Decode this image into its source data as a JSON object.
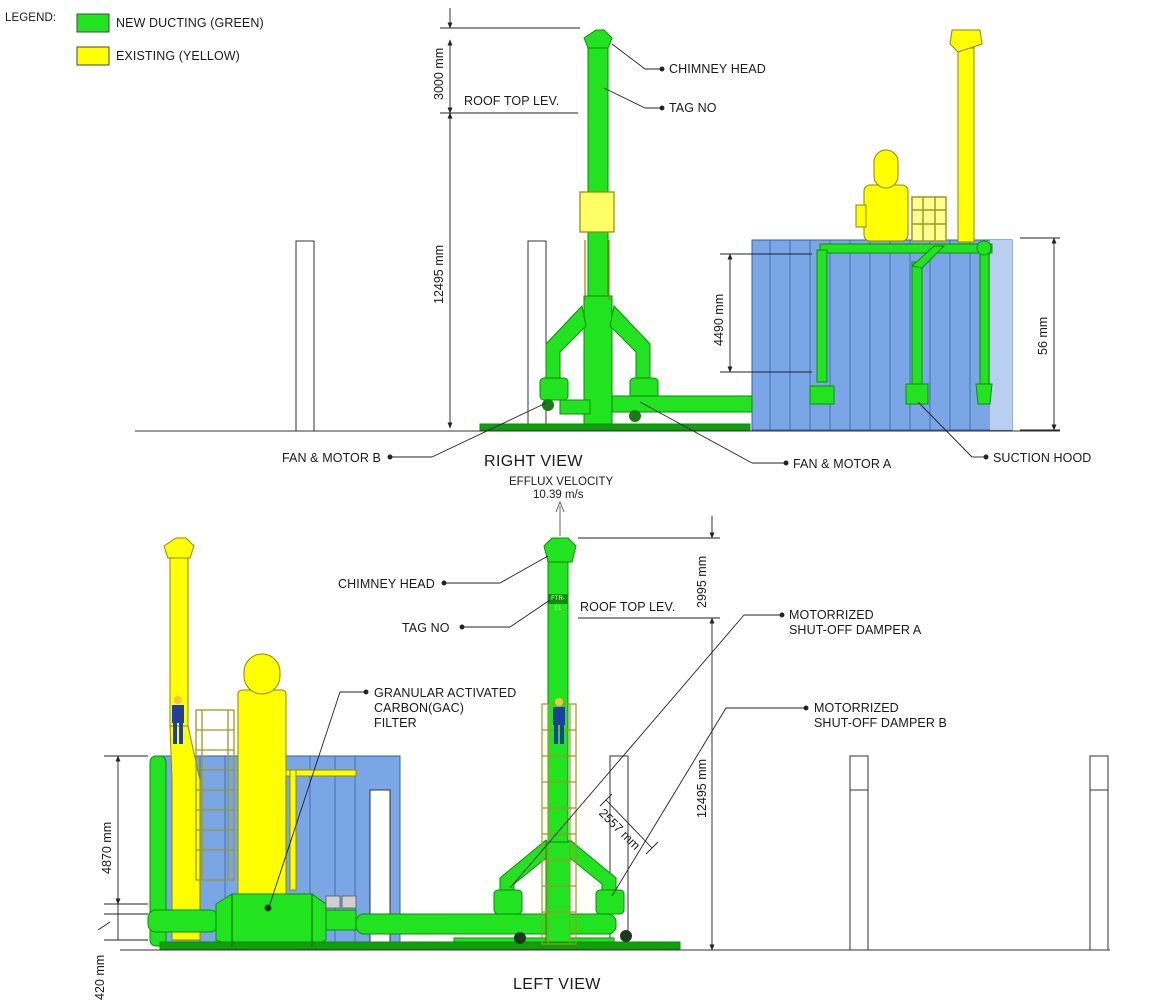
{
  "legend": {
    "title": "LEGEND:",
    "items": [
      {
        "label": "NEW DUCTING (GREEN)",
        "color": "#22e31f"
      },
      {
        "label": "EXISTING (YELLOW)",
        "color": "#ffff00"
      }
    ]
  },
  "colors": {
    "new_ducting": "#22e31f",
    "existing": "#ffff00",
    "building_wall": "#7aa6e6",
    "line": "#222222"
  },
  "right_view": {
    "title": "RIGHT VIEW",
    "labels": {
      "chimney_head": "CHIMNEY HEAD",
      "tag_no": "TAG NO",
      "roof_top": "ROOF TOP LEV.",
      "fan_motor_b": "FAN & MOTOR B",
      "fan_motor_a": "FAN & MOTOR A",
      "suction_hood": "SUCTION HOOD"
    },
    "dimensions": {
      "chimney_above_roof": "3000 mm",
      "roof_height": "12495 mm",
      "hood_height": "4490 mm",
      "building_height": "56 mm"
    }
  },
  "left_view": {
    "title": "LEFT VIEW",
    "efflux_velocity_label": "EFFLUX VELOCITY",
    "efflux_velocity_value": "10.39 m/s",
    "tag_plate": "FTR-01",
    "labels": {
      "chimney_head": "CHIMNEY HEAD",
      "tag_no": "TAG NO",
      "roof_top": "ROOF TOP LEV.",
      "damper_a_line1": "MOTORRIZED",
      "damper_a_line2": "SHUT-OFF DAMPER A",
      "damper_b_line1": "MOTORRIZED",
      "damper_b_line2": "SHUT-OFF DAMPER B",
      "gac_line1": "GRANULAR ACTIVATED",
      "gac_line2": "CARBON(GAC)",
      "gac_line3": "FILTER"
    },
    "dimensions": {
      "chimney_above_roof": "2995 mm",
      "roof_height": "12495 mm",
      "wall_height": "4870 mm",
      "base_offset": "420 mm",
      "branch_length": "2557 mm"
    }
  }
}
